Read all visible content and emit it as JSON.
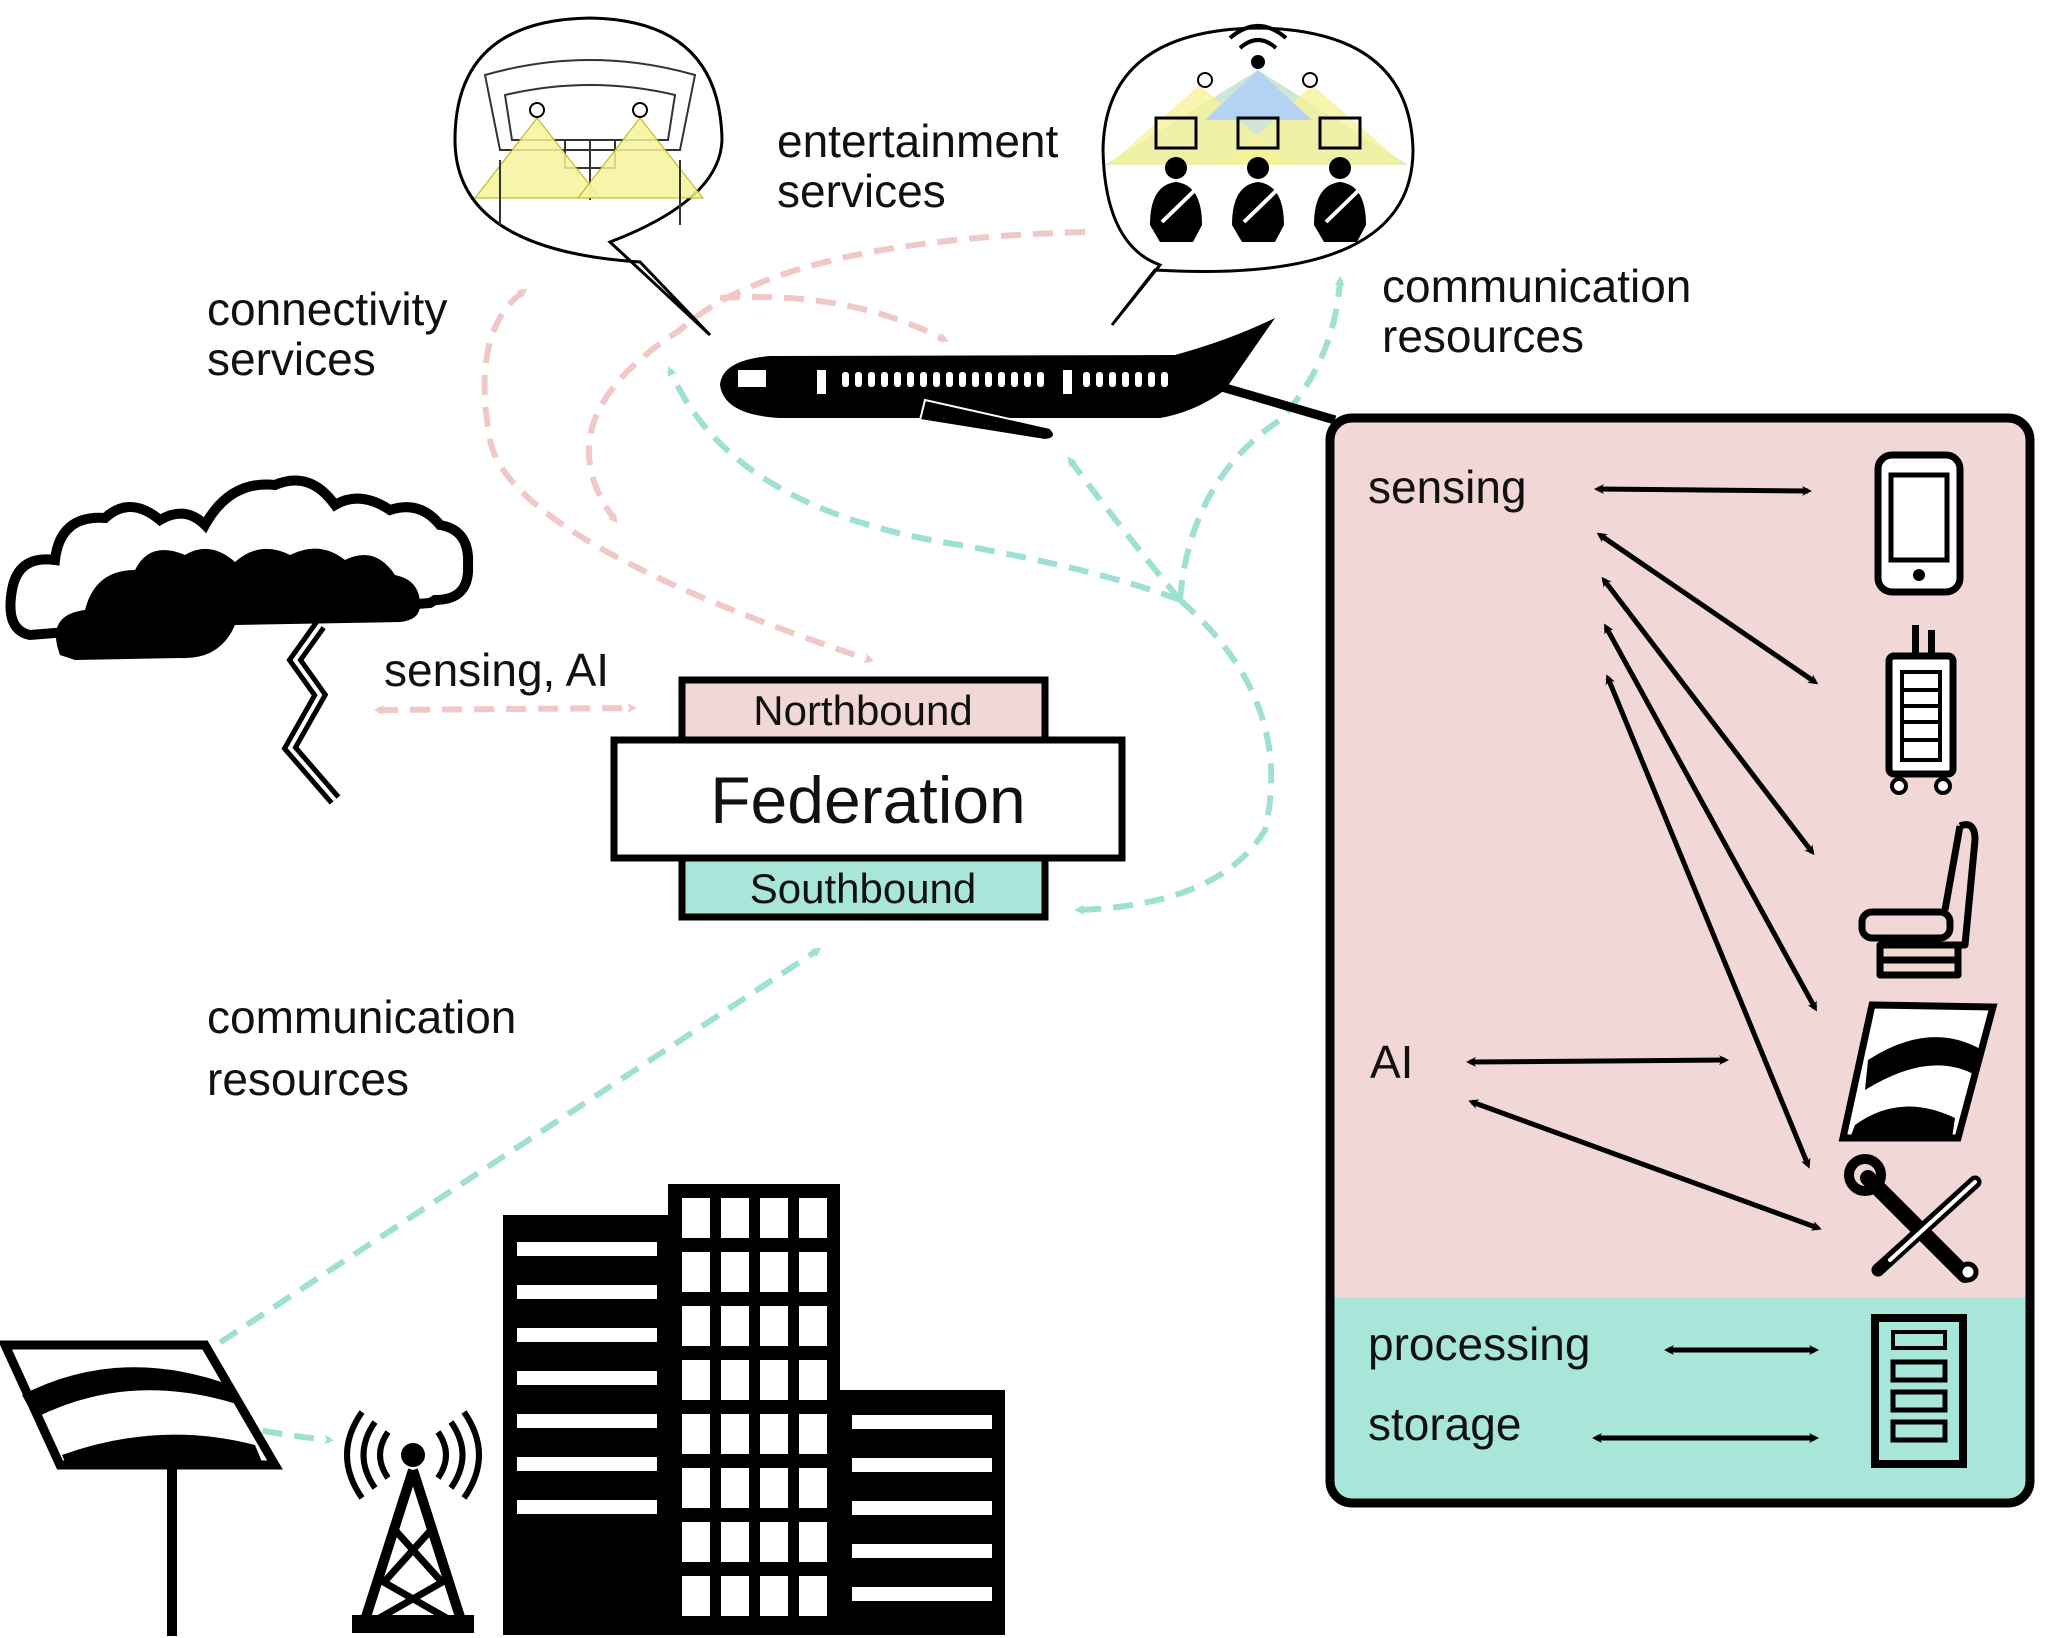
{
  "labels": {
    "connectivity_1": "connectivity",
    "connectivity_2": "services",
    "entertainment_1": "entertainment",
    "entertainment_2": "services",
    "comm_top_1": "communication",
    "comm_top_2": "resources",
    "sensing_ai": "sensing, AI",
    "comm_bottom_1": "communication",
    "comm_bottom_2": "resources"
  },
  "federation": {
    "northbound": "Northbound",
    "title": "Federation",
    "southbound": "Southbound"
  },
  "resource_panel": {
    "sensing": "sensing",
    "ai": "AI",
    "processing": "processing",
    "storage": "storage"
  },
  "colors": {
    "pink_fill": "#f2d7d7",
    "teal_fill": "#a9e6da",
    "pink_arrow": "#f0c8c6",
    "teal_arrow": "#9fe0d3",
    "yellow_cone": "#f6f39a",
    "blue_cone": "#b4d3f2",
    "green_cone": "#b9dcc4",
    "ink": "#000000"
  },
  "icons": [
    "cabin-view-icon",
    "passenger-cabin-icon",
    "airplane-icon",
    "storm-cloud-icon",
    "lightning-icon",
    "smartphone-icon",
    "service-trolley-icon",
    "seat-icon",
    "satellite-panel-icon",
    "tools-icon",
    "server-icon",
    "satellite-dish-icon",
    "radio-tower-icon",
    "buildings-icon"
  ]
}
